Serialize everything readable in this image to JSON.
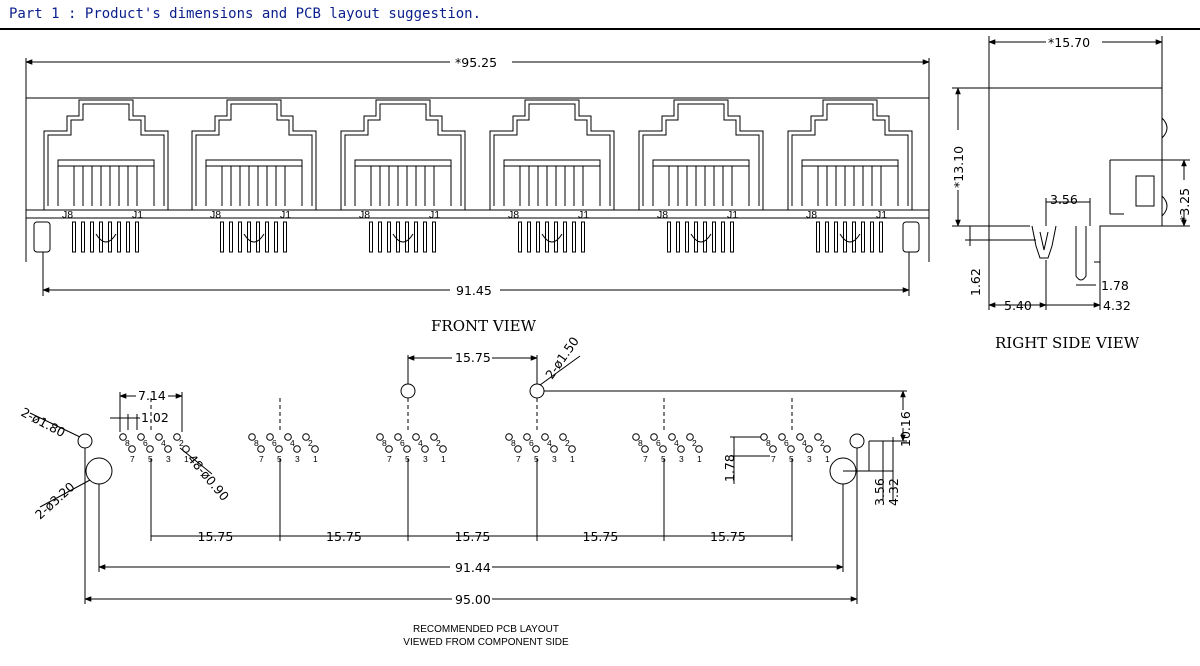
{
  "header": {
    "part_label": "Part 1",
    "separator": ":",
    "title": "Product's dimensions and PCB layout suggestion."
  },
  "front_view": {
    "caption": "FRONT VIEW",
    "overall_width": "*95.25",
    "pin_span": "91.45",
    "port_labels": {
      "left": "J8",
      "right": "J1"
    }
  },
  "right_side_view": {
    "caption": "RIGHT SIDE VIEW",
    "depth": "*15.70",
    "height": "*13.10",
    "led_height": "*3.25",
    "peg_spacing": "3.56",
    "standoff": "1.62",
    "peg_width": "1.78",
    "rear_offset": "4.32",
    "front_offset": "5.40"
  },
  "pcb_layout": {
    "caption_line1": "RECOMMENDED PCB LAYOUT",
    "caption_line2": "VIEWED FROM COMPONENT SIDE",
    "pitch": "15.75",
    "small_hole": "2-ø1.50",
    "locating_hole": "2-ø1.80",
    "mount_hole": "2-ø3.20",
    "pin_holes": "48-ø0.90",
    "pin_group_width": "7.14",
    "pin_pitch": "1.02",
    "row_offset": "1.78",
    "mount_row_1": "3.56",
    "mount_row_2": "4.32",
    "vertical_offset": "10.16",
    "mount_span": "91.44",
    "outer_span": "95.00",
    "pin_numbers_top": [
      "8",
      "6",
      "4",
      "2"
    ],
    "pin_numbers_bottom": [
      "7",
      "5",
      "3",
      "1"
    ]
  }
}
